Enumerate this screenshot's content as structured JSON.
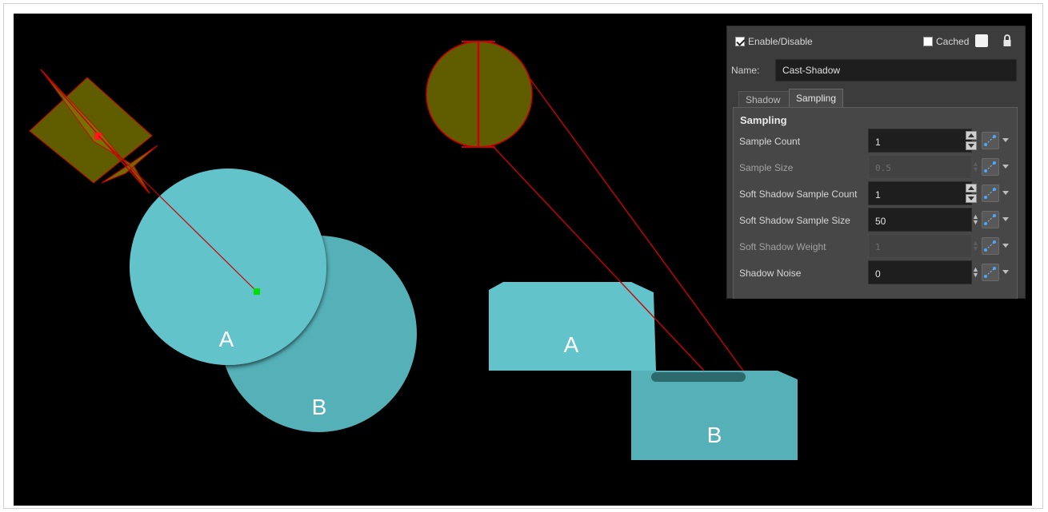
{
  "panel": {
    "enable_label": "Enable/Disable",
    "cached_label": "Cached",
    "name_label": "Name:",
    "name_value": "Cast-Shadow",
    "tabs": [
      {
        "label": "Shadow"
      },
      {
        "label": "Sampling"
      }
    ],
    "section_title": "Sampling",
    "params": [
      {
        "label": "Sample Count",
        "value": "1"
      },
      {
        "label": "Sample Size",
        "value": "0.5"
      },
      {
        "label": "Soft Shadow Sample Count",
        "value": "1"
      },
      {
        "label": "Soft Shadow Sample Size",
        "value": "50"
      },
      {
        "label": "Soft Shadow Weight",
        "value": "1"
      },
      {
        "label": "Shadow Noise",
        "value": "0"
      }
    ]
  },
  "scene": {
    "left_labels": {
      "a": "A",
      "b": "B"
    },
    "right_labels": {
      "a": "A",
      "b": "B"
    }
  },
  "colors": {
    "shape_fill": "#63c3cb",
    "shape_fill_dark": "#55b0b8",
    "light_fill": "#5f5d00",
    "guide_red": "#cc0000"
  }
}
